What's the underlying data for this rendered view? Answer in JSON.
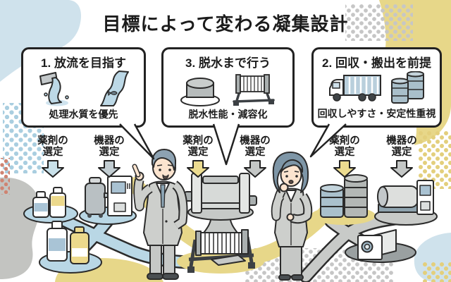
{
  "title": "目標によって変わる凝集設計",
  "boxes": [
    {
      "heading": "1. 放流を目指す",
      "caption": "処理水質を優先",
      "icons": [
        "water-pipe-icon",
        "river-fish-icon"
      ],
      "selections": [
        {
          "line1": "薬剤の",
          "line2": "選定",
          "arrow_color": "#c9e1ea"
        },
        {
          "line1": "機器の",
          "line2": "選定",
          "arrow_color": "#c2cdd2"
        }
      ]
    },
    {
      "heading": "3. 脱水まで行う",
      "caption": "脱水性能・減容化",
      "icons": [
        "sludge-cake-icon",
        "filter-press-icon"
      ],
      "selections": [
        {
          "line1": "薬剤の",
          "line2": "選定",
          "arrow_color": "#ecdc90"
        },
        {
          "line1": "機器の",
          "line2": "選定",
          "arrow_color": "#c4c7c6"
        }
      ]
    },
    {
      "heading": "2. 回収・搬出を前提",
      "caption": "回収しやすさ・安定性重視",
      "icons": [
        "truck-icon",
        "drums-icon"
      ],
      "selections": [
        {
          "line1": "薬剤の",
          "line2": "選定",
          "arrow_color": "#ecdc90"
        },
        {
          "line1": "機器の",
          "line2": "選定",
          "arrow_color": "#c4c7c6"
        }
      ]
    }
  ],
  "palette": {
    "ink": "#222222",
    "light_blue_blob": "#cfe2ec",
    "path_blue": "#b9d7e5",
    "yellow": "#e7d789",
    "gray_blob": "#c3c4c1",
    "path_gray": "#c8cac8",
    "suit_gray": "#cdcfcc",
    "hair_blue_gray": "#869cad",
    "skin": "#fbe4cf"
  }
}
